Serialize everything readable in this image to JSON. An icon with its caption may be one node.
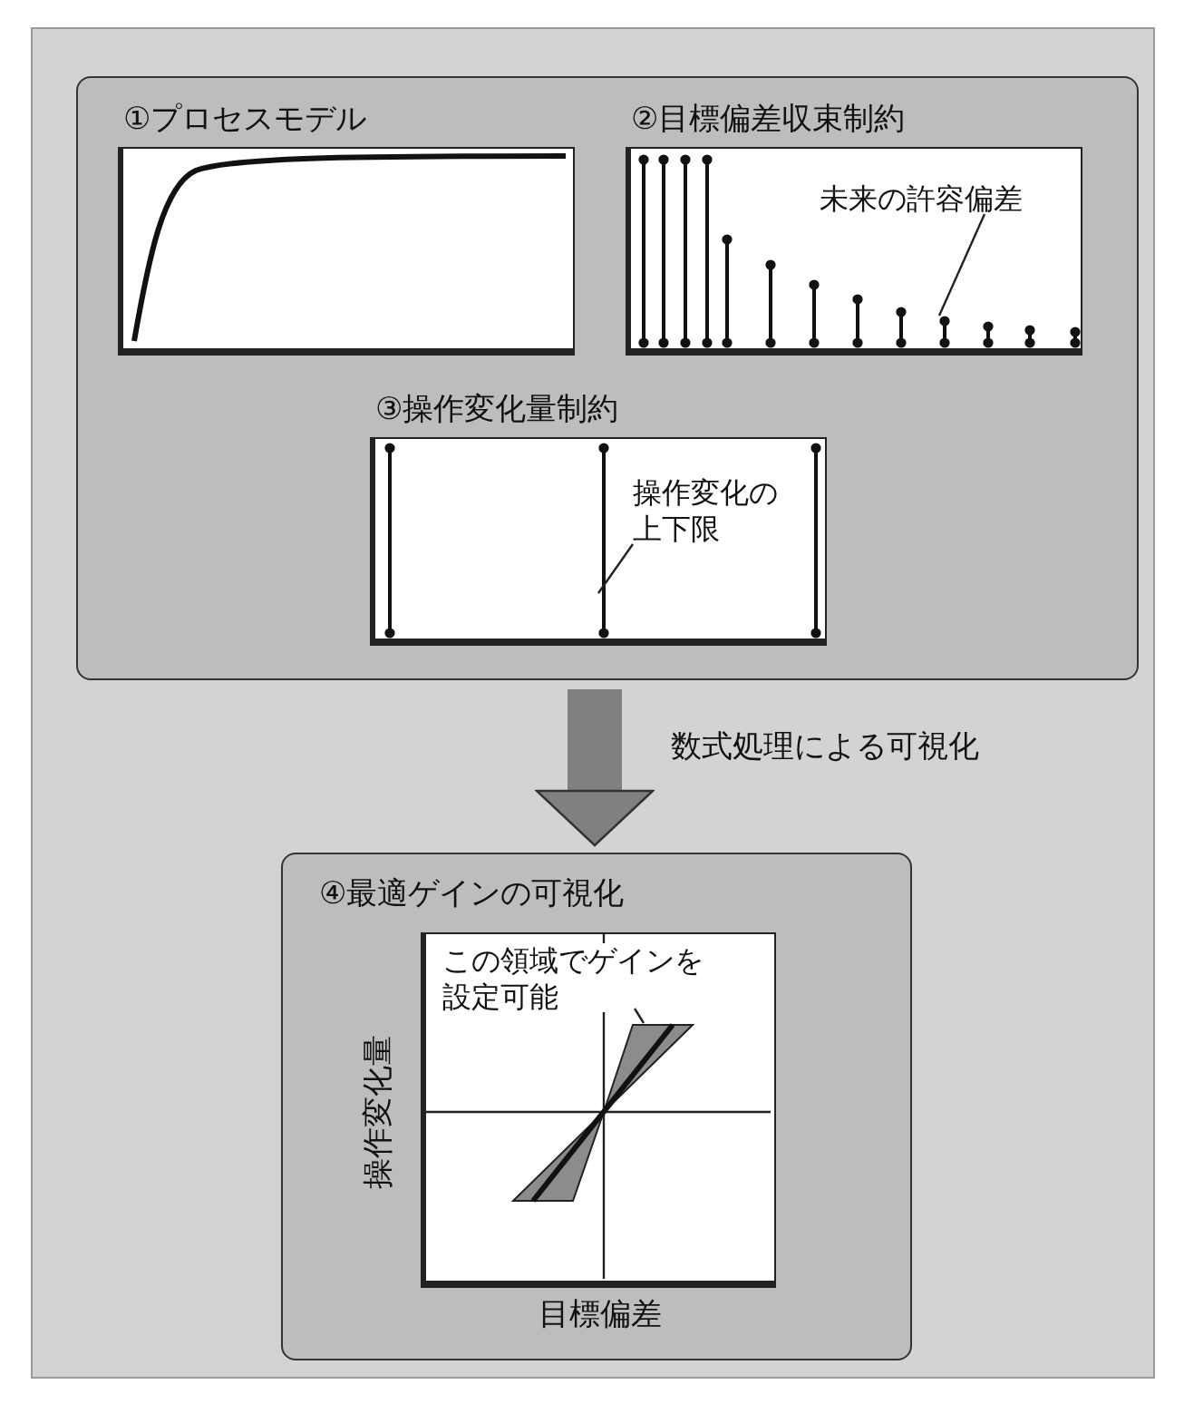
{
  "diagram": {
    "nodes": [
      {
        "text": [],
        "shape": "box"
      },
      {
        "text": [
          "①プロセスモデル"
        ],
        "in": 0
      },
      {
        "text": [
          "②目標偏差収束制約"
        ],
        "in": 0
      },
      {
        "text": [
          "未来の許容偏差"
        ],
        "in": 2
      },
      {
        "text": [
          "③操作変化量制約"
        ],
        "in": 0
      },
      {
        "text": [
          "操作変化の上下限"
        ],
        "in": 4
      },
      {
        "text": [
          "④最適ゲインの可視化"
        ]
      },
      {
        "text": [],
        "shape": "box",
        "in": 6,
        "beside": [
          "操作変化量",
          "目標偏差"
        ]
      },
      {
        "text": [
          "この領域でゲインを設定可能"
        ],
        "in": 7
      }
    ],
    "edges": [
      {
        "from": 0,
        "to": 6,
        "arrow": "to",
        "label": "数式処理による可視化",
        "style": "thick",
        "color": "#808083"
      },
      {
        "from": 3,
        "to": null,
        "arrow": "none"
      },
      {
        "from": 5,
        "to": null,
        "arrow": "none"
      },
      {
        "from": 8,
        "to": null,
        "arrow": "none"
      }
    ]
  }
}
